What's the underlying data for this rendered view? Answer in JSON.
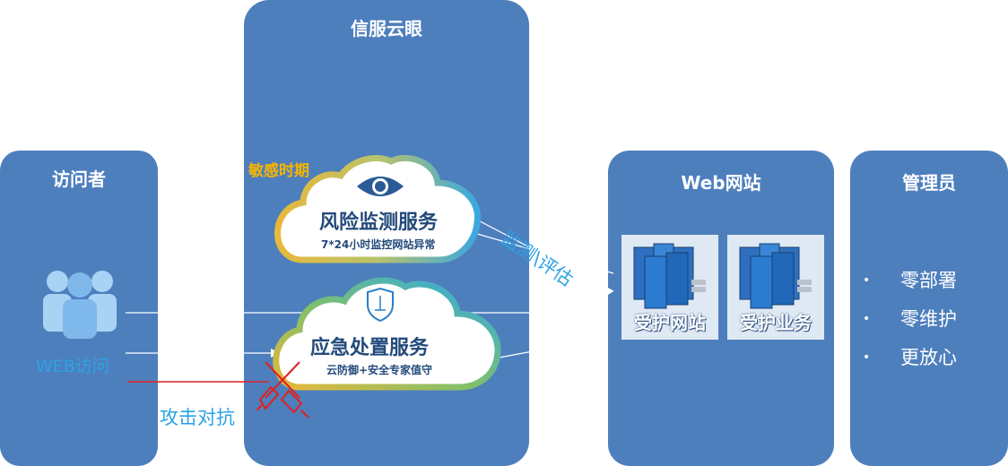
{
  "panels": {
    "visitor_title": "访问者",
    "cloud_title": "信服云眼",
    "website_title": "Web网站",
    "admin_title": "管理员"
  },
  "visitor": {
    "access_label": "WEB访问",
    "attack_label": "攻击对抗"
  },
  "cloud": {
    "period_label": "敏感时期",
    "monitor_title": "风险监测服务",
    "monitor_sub": "7*24小时监控网站异常",
    "response_title": "应急处置服务",
    "response_sub": "云防御+安全专家值守",
    "assess_label": "监测\\评估"
  },
  "website": {
    "site_label": "受护网站",
    "biz_label": "受护业务"
  },
  "admin": {
    "perks": [
      "零部署",
      "零维护",
      "更放心"
    ]
  },
  "colors": {
    "panel": "#4e7fbd",
    "period": "#f5b400",
    "link_text": "#2ba3e6",
    "attack_line": "#e02020"
  }
}
